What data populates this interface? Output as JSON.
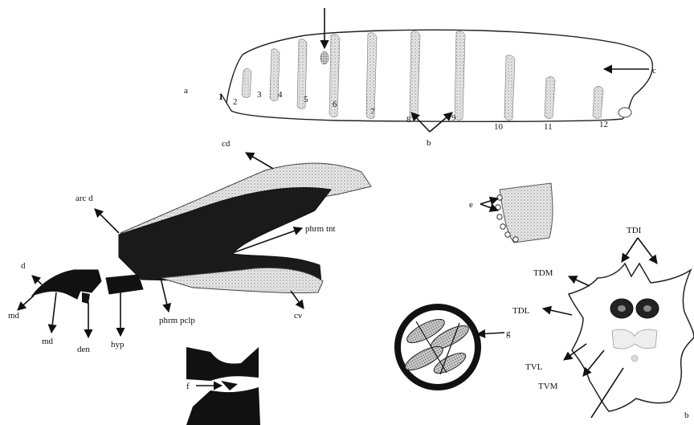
{
  "panels": {
    "a": "a",
    "b": "b"
  },
  "larva": {
    "segments": [
      "1",
      "2",
      "3",
      "4",
      "5",
      "6",
      "7",
      "8",
      "9",
      "10",
      "11",
      "12"
    ],
    "c": "c",
    "b": "b"
  },
  "cephalo": {
    "cd": "cd",
    "arc_d": "arc d",
    "phrm_tnt": "phrm tnt",
    "d": "d",
    "md_1": "md",
    "md_2": "md",
    "den": "den",
    "hyp": "hyp",
    "phrm_pclp": "phrm pclp",
    "cv": "cv"
  },
  "spiracle": {
    "e": "e"
  },
  "section_f": {
    "f": "f"
  },
  "section_g": {
    "g": "g"
  },
  "cross_section": {
    "TDI": "TDI",
    "TDM": "TDM",
    "TDL": "TDL",
    "TVL": "TVL",
    "TVM": "TVM"
  }
}
